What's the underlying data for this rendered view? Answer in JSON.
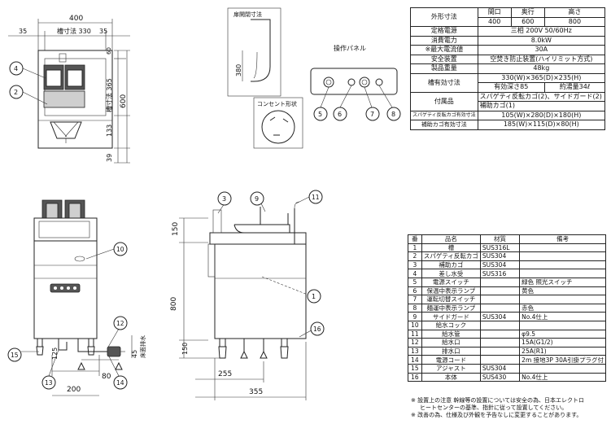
{
  "dims": {
    "d400": "400",
    "d35a": "35",
    "tank330": "槽寸法 330",
    "d35b": "35",
    "d60": "60",
    "tank365": "槽寸法 365",
    "d600": "600",
    "d133": "133",
    "d39": "39",
    "lid_title": "扉開閉寸法",
    "d380": "380",
    "panel_title": "操作パネル",
    "outlet_title": "コンセント形状",
    "d150a": "150",
    "d800": "800",
    "d150b": "150",
    "d255": "255",
    "d355": "355",
    "d125": "125",
    "d200": "200",
    "d80": "80",
    "d45": "45",
    "floor_drain": "床面排水"
  },
  "callouts": [
    "1",
    "2",
    "3",
    "4",
    "5",
    "6",
    "7",
    "8",
    "9",
    "10",
    "11",
    "12",
    "13",
    "14",
    "15",
    "16"
  ],
  "spec": {
    "header": [
      "間口",
      "奥行",
      "高さ"
    ],
    "rows": [
      {
        "key": "外形寸法",
        "cols": [
          "400",
          "600",
          "800"
        ]
      },
      {
        "key": "定格電源",
        "val": "三相 200V 50/60Hz"
      },
      {
        "key": "消費電力",
        "val": "8.0kW"
      },
      {
        "key": "※最大電流値",
        "val": "30A"
      },
      {
        "key": "安全装置",
        "val": "空焚き防止装置(ハイリミット方式)"
      },
      {
        "key": "製品重量",
        "val": "48kg"
      },
      {
        "key": "槽有効寸法",
        "val": "330(W)×365(D)×235(H)",
        "val2a": "有効深さ85",
        "val2b": "約湯量34ℓ"
      },
      {
        "key": "付属品",
        "val": "スパゲティ反転カゴ(2)、サイドガード(2)",
        "val2": "補助カゴ(1)"
      },
      {
        "key": "スパゲティ反転カゴ有効寸法",
        "val": "105(W)×280(D)×180(H)"
      },
      {
        "key": "補助カゴ有効寸法",
        "val": "185(W)×115(D)×80(H)"
      }
    ]
  },
  "parts": {
    "header": [
      "番",
      "品名",
      "材質",
      "備考"
    ],
    "rows": [
      [
        "1",
        "槽",
        "SUS316L",
        ""
      ],
      [
        "2",
        "スパゲティ反転カゴ",
        "SUS304",
        ""
      ],
      [
        "3",
        "補助カゴ",
        "SUS304",
        ""
      ],
      [
        "4",
        "差し水受",
        "SUS316",
        ""
      ],
      [
        "5",
        "電源スイッチ",
        "",
        "緑色 照光スイッチ"
      ],
      [
        "6",
        "保温中表示ランプ",
        "",
        "黄色"
      ],
      [
        "7",
        "運転切替スイッチ",
        "",
        ""
      ],
      [
        "8",
        "麺運中表示ランプ",
        "",
        "赤色"
      ],
      [
        "9",
        "サイドガード",
        "SUS304",
        "No.4仕上"
      ],
      [
        "10",
        "給水コック",
        "",
        ""
      ],
      [
        "11",
        "給水管",
        "",
        "φ9.5"
      ],
      [
        "12",
        "給水口",
        "",
        "15A(G1/2)"
      ],
      [
        "13",
        "排水口",
        "",
        "25A(R1)"
      ],
      [
        "14",
        "電源コード",
        "",
        "2m 接地3P 30A引掛プラグ付"
      ],
      [
        "15",
        "アジャスト",
        "SUS304",
        ""
      ],
      [
        "16",
        "本体",
        "SUS430",
        "No.4仕上"
      ]
    ]
  },
  "notes": [
    "※ 設置上の注意 幹線等の設置については安全の為、日本エレクトロ",
    "ヒートセンターの基準、指針に従って設置してください。",
    "※ 改善の為、仕様及び外観を予告なしに変更することがあります。"
  ]
}
